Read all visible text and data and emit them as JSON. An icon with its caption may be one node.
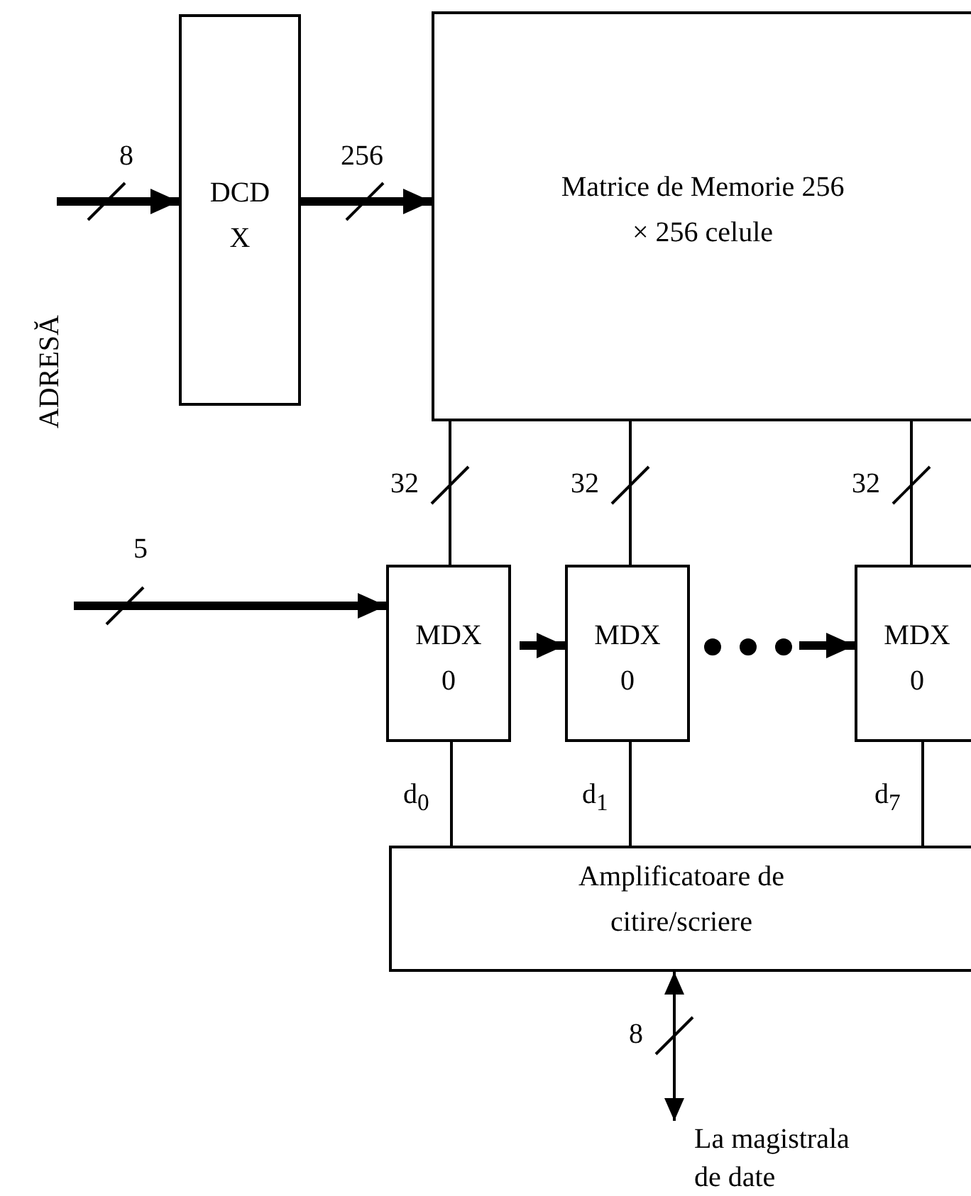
{
  "diagram": {
    "nodes": [
      {
        "text": [
          "DCD X"
        ]
      },
      {
        "text": [
          "Matrice de Memorie 256 × 256 celule"
        ]
      },
      {
        "text": [
          "MDX 0"
        ]
      },
      {
        "text": [
          "MDX 0"
        ]
      },
      {
        "text": [
          "MDX 0"
        ]
      },
      {
        "text": [
          "Amplificatoare de citire/scriere"
        ]
      },
      {
        "text": [
          "La magistrala de date"
        ]
      }
    ],
    "edges": [
      {
        "from": null,
        "to": 0,
        "arrow": "to",
        "label": "8",
        "style": "thick"
      },
      {
        "from": 0,
        "to": 1,
        "arrow": "to",
        "label": "256",
        "style": "thick"
      },
      {
        "from": 1,
        "to": 2,
        "arrow": "none",
        "label": "32"
      },
      {
        "from": 1,
        "to": 3,
        "arrow": "none",
        "label": "32"
      },
      {
        "from": 1,
        "to": 4,
        "arrow": "none",
        "label": "32"
      },
      {
        "from": null,
        "to": 2,
        "arrow": "to",
        "label": "5",
        "style": "thick"
      },
      {
        "from": 2,
        "to": 3,
        "arrow": "to",
        "style": "thick"
      },
      {
        "from": 3,
        "to": 4,
        "arrow": "to",
        "style": "thick"
      },
      {
        "from": 2,
        "to": 5,
        "arrow": "none",
        "label": "d$_{0}$"
      },
      {
        "from": 3,
        "to": 5,
        "arrow": "none",
        "label": "d$_{1}$"
      },
      {
        "from": 4,
        "to": 5,
        "arrow": "none",
        "label": "d$_{7}$"
      },
      {
        "from": 5,
        "to": 6,
        "arrow": "both",
        "label": "8"
      }
    ],
    "labels": [
      "ADRESĂ"
    ]
  }
}
